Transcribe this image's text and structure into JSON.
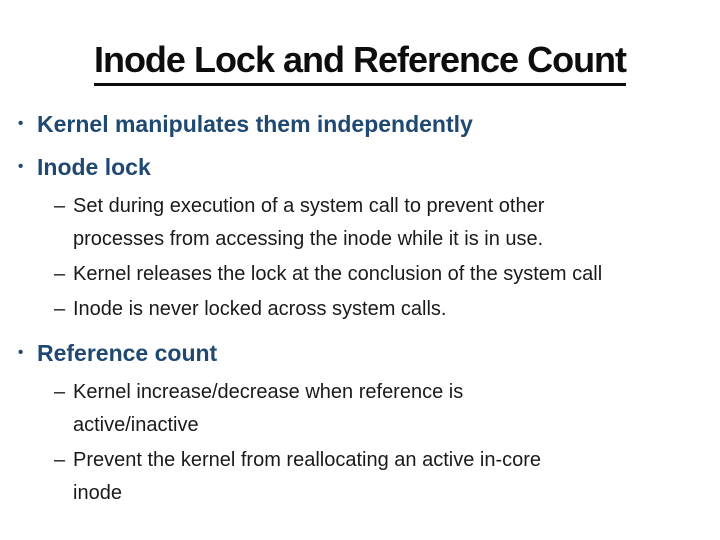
{
  "slide": {
    "title": "Inode Lock and Reference Count",
    "markers": {
      "bullet": "•",
      "dash": "–"
    },
    "bullets": {
      "b1": "Kernel manipulates them independently",
      "b2": "Inode lock",
      "b2_sub1": "Set during execution of a system call to prevent other\nprocesses from accessing the inode while it is in use.",
      "b2_sub2": "Kernel releases the lock at the conclusion of the system call",
      "b2_sub3": "Inode is never locked across system calls.",
      "b3": "Reference count",
      "b3_sub1": "Kernel increase/decrease when reference is\nactive/inactive",
      "b3_sub2": "Prevent the kernel from reallocating an active in-core\ninode"
    },
    "colors": {
      "background": "#FFFFFF",
      "title_black": "#0D0D0D",
      "body_black": "#1A1A1A",
      "accent_navy": "#1F4873"
    }
  }
}
